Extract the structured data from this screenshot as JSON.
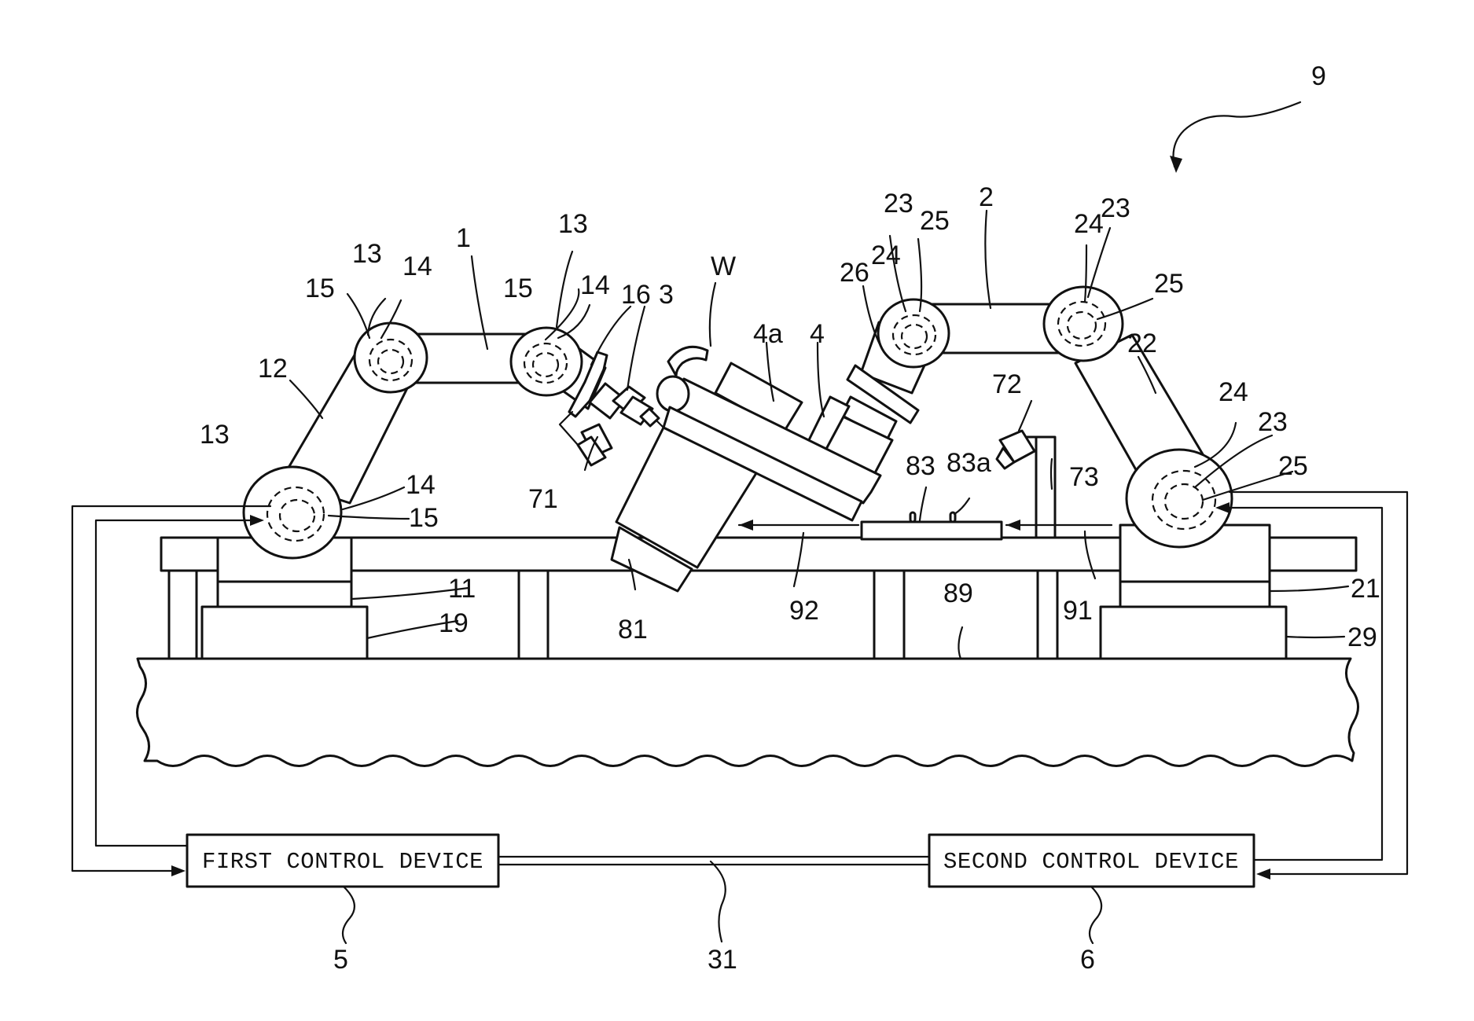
{
  "figure": {
    "labels": {
      "system": "9",
      "robot_first": "1",
      "robot_second": "2",
      "tool_first": "3",
      "tool_second": "4",
      "tool_second_part": "4a",
      "workpiece": "W",
      "first_control_ref": "5",
      "second_control_ref": "6",
      "cable": "31",
      "base_first": "11",
      "arm_first": "12",
      "joint_first": "13",
      "joint_first_inner": "14",
      "joint_first_core": "15",
      "flange_first": "16",
      "pedestal_first": "19",
      "base_second": "21",
      "arm_second": "22",
      "joint_second": "23",
      "joint_second_inner": "24",
      "joint_second_core": "25",
      "arm_second_end": "26",
      "pedestal_second": "29",
      "camera_first": "71",
      "camera_second": "72",
      "camera_post": "73",
      "table": "81",
      "fixture": "83",
      "fixture_pin": "83a",
      "support": "89",
      "arrow_right": "91",
      "arrow_left": "92"
    },
    "boxes": {
      "first_control": "FIRST CONTROL DEVICE",
      "second_control": "SECOND CONTROL DEVICE"
    }
  }
}
